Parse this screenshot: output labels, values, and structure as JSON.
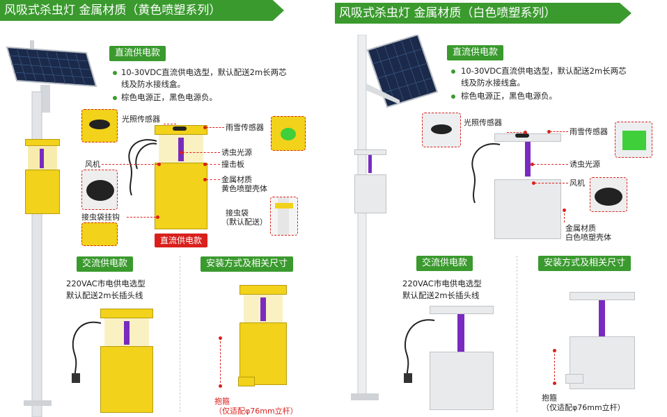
{
  "left": {
    "banner": "风吸式杀虫灯  金属材质（黄色喷塑系列）",
    "dc_tag": "直流供电款",
    "dc_bullet1_line1": "10-30VDC直流供电选型，默认配送2m长两芯",
    "dc_bullet1_line2": "线及防水接线盒。",
    "dc_bullet2": "棕色电源正，黑色电源负。",
    "labels": {
      "light_sensor": "光照传感器",
      "rain_sensor": "雨雪传感器",
      "fan": "风机",
      "lure_lamp": "诱虫光源",
      "impact_plate": "撞击板",
      "shell_line1": "金属材质",
      "shell_line2": "黄色喷塑壳体",
      "bag_hook": "接虫袋挂钩",
      "bag_line1": "接虫袋",
      "bag_line2": "（默认配送）"
    },
    "dc_red_tag": "直流供电款",
    "ac_tag": "交流供电款",
    "ac_line1": "220VAC市电供电选型",
    "ac_line2": "默认配送2m长插头线",
    "install_tag": "安装方式及相关尺寸",
    "hoop_line1": "抱箍",
    "hoop_line2": "（仅适配φ76mm立杆）"
  },
  "right": {
    "banner": "风吸式杀虫灯  金属材质（白色喷塑系列）",
    "dc_tag": "直流供电款",
    "dc_bullet1_line1": "10-30VDC直流供电选型，默认配送2m长两芯",
    "dc_bullet1_line2": "线及防水接线盒。",
    "dc_bullet2": "棕色电源正，黑色电源负。",
    "labels": {
      "light_sensor": "光照传感器",
      "rain_sensor": "雨雪传感器",
      "lure_lamp": "诱虫光源",
      "fan": "风机",
      "shell_line1": "金属材质",
      "shell_line2": "白色喷塑壳体"
    },
    "ac_tag": "交流供电款",
    "ac_line1": "220VAC市电供电选型",
    "ac_line2": "默认配送2m长插头线",
    "install_tag": "安装方式及相关尺寸",
    "hoop_line1": "抱箍",
    "hoop_line2": "（仅适配φ76mm立杆）"
  },
  "colors": {
    "accent_green": "#3a9a2e",
    "label_red": "#d9201c",
    "lamp_yellow": "#f2d21a",
    "lamp_white": "#e9eaec",
    "uv_purple": "#7a2bbf"
  }
}
